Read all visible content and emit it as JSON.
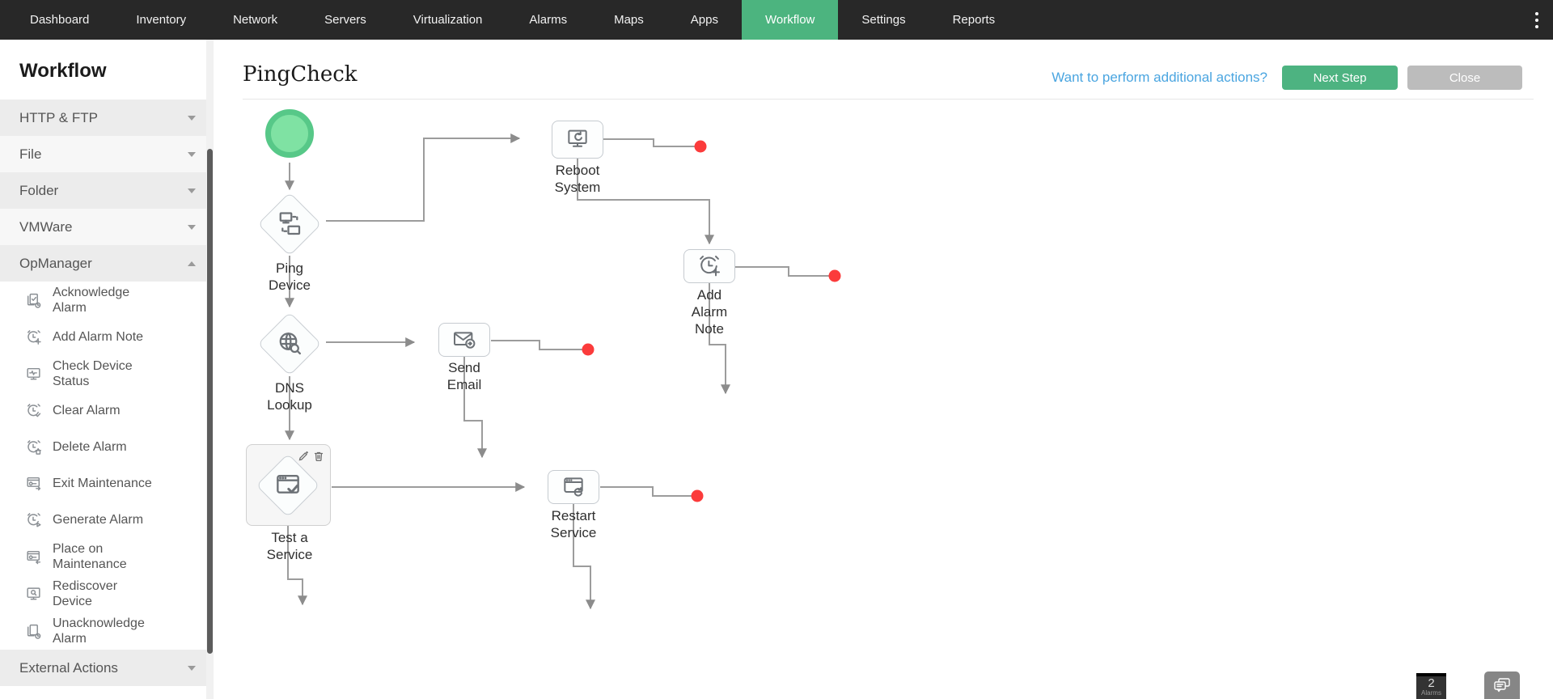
{
  "nav": {
    "items": [
      "Dashboard",
      "Inventory",
      "Network",
      "Servers",
      "Virtualization",
      "Alarms",
      "Maps",
      "Apps",
      "Workflow",
      "Settings",
      "Reports"
    ],
    "active_item": "Workflow"
  },
  "sidebar": {
    "title": "Workflow",
    "sections": [
      {
        "label": "HTTP & FTP",
        "state": "collapsed"
      },
      {
        "label": "File",
        "state": "collapsed"
      },
      {
        "label": "Folder",
        "state": "collapsed"
      },
      {
        "label": "VMWare",
        "state": "collapsed"
      },
      {
        "label": "OpManager",
        "state": "expanded"
      },
      {
        "label": "External Actions",
        "state": "collapsed"
      }
    ],
    "opmanager_items": [
      {
        "label": "Acknowledge Alarm",
        "icon": "acknowledge-alarm-icon"
      },
      {
        "label": "Add Alarm Note",
        "icon": "add-alarm-note-icon"
      },
      {
        "label": "Check Device Status",
        "icon": "check-device-status-icon"
      },
      {
        "label": "Clear Alarm",
        "icon": "clear-alarm-icon"
      },
      {
        "label": "Delete Alarm",
        "icon": "delete-alarm-icon"
      },
      {
        "label": "Exit Maintenance",
        "icon": "exit-maintenance-icon"
      },
      {
        "label": "Generate Alarm",
        "icon": "generate-alarm-icon"
      },
      {
        "label": "Place on Maintenance",
        "icon": "place-on-maintenance-icon"
      },
      {
        "label": "Rediscover Device",
        "icon": "rediscover-device-icon"
      },
      {
        "label": "Unacknowledge Alarm",
        "icon": "unacknowledge-alarm-icon"
      }
    ]
  },
  "header": {
    "title": "PingCheck",
    "hint_link": "Want to perform additional actions?",
    "next_step_label": "Next Step",
    "close_label": "Close"
  },
  "diagram": {
    "nodes": {
      "start": {
        "type": "start"
      },
      "ping_device": {
        "label": "Ping Device",
        "shape": "diamond"
      },
      "reboot_system": {
        "label": "Reboot System",
        "shape": "action"
      },
      "add_alarm_note": {
        "label": "Add Alarm Note",
        "shape": "action"
      },
      "dns_lookup": {
        "label": "DNS Lookup",
        "shape": "diamond"
      },
      "send_email": {
        "label": "Send Email",
        "shape": "action"
      },
      "test_a_service": {
        "label": "Test a Service",
        "shape": "diamond",
        "selected": true
      },
      "restart_service": {
        "label": "Restart Service",
        "shape": "action"
      }
    }
  },
  "widgets": {
    "alarm_count": "2",
    "alarm_label": "Alarms"
  },
  "colors": {
    "nav_bg": "#282828",
    "active_tab_green": "#4cb47f",
    "start_node_green": "#7fe2a3",
    "link_blue": "#4aa5e0",
    "button_green": "#4db381",
    "button_gray": "#bcbcbc",
    "connector_gray": "#9c9c9c",
    "endpoint_red": "#fb3b3b"
  }
}
